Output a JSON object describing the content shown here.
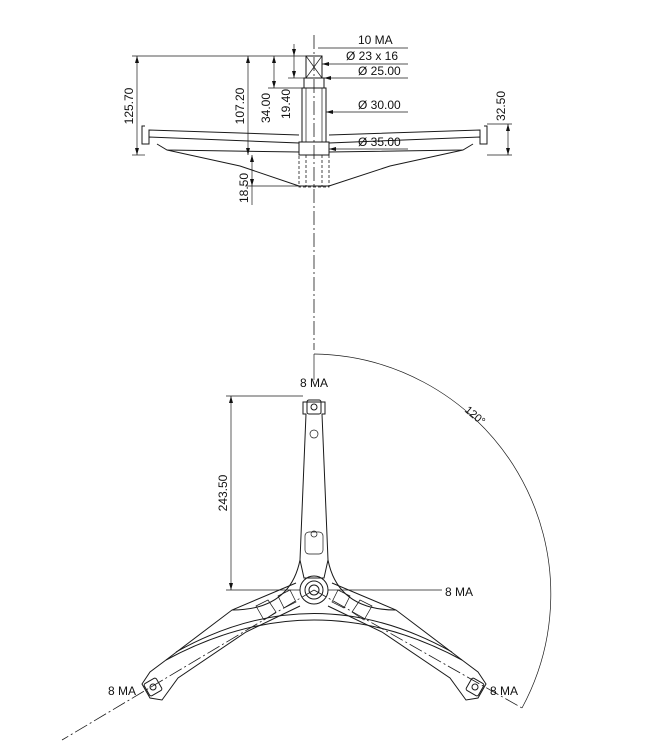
{
  "side_view": {
    "thread_top": "10 MA",
    "spline": "Ø 23 x 16",
    "dia_25": "Ø 25.00",
    "dia_30": "Ø 30.00",
    "dia_35": "Ø 35.00",
    "h_total": "125.70",
    "h_shaft": "107.20",
    "h_34": "34.00",
    "h_19": "19.40",
    "h_arm": "32.50",
    "h_hub": "18.50"
  },
  "top_view": {
    "thread_top": "8 MA",
    "thread_center": "8 MA",
    "thread_left": "8 MA",
    "thread_right": "8 MA",
    "arm_length": "243.50",
    "angle": "120°"
  }
}
